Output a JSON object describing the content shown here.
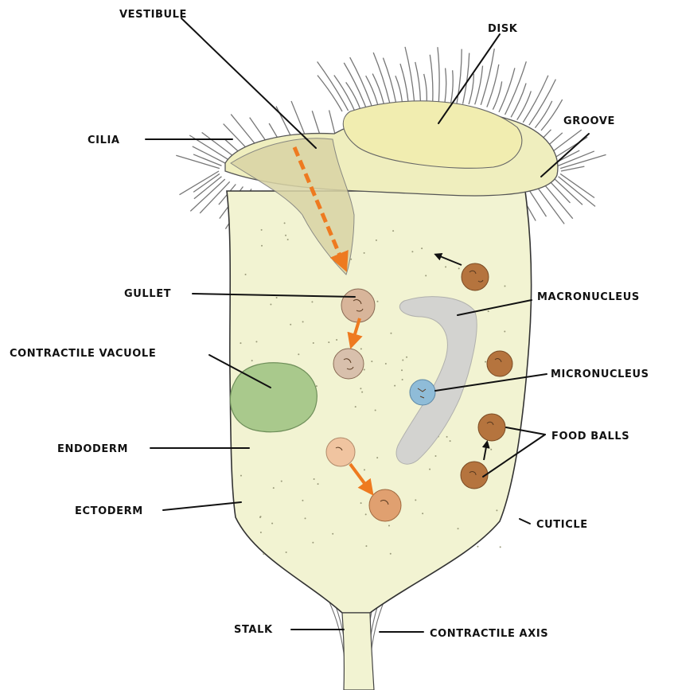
{
  "diagram": {
    "labels": {
      "vestibule": "VESTIBULE",
      "disk": "DISK",
      "groove": "GROOVE",
      "cilia": "CILIA",
      "gullet": "GULLET",
      "macronucleus": "MACRONUCLEUS",
      "contractile_vacuole": "CONTRACTILE VACUOLE",
      "micronucleus": "MICRONUCLEUS",
      "food_balls": "FOOD BALLS",
      "endoderm": "ENDODERM",
      "ectoderm": "ECTODERM",
      "cuticle": "CUTICLE",
      "stalk": "STALK",
      "contractile_axis": "CONTRACTILE AXIS"
    },
    "colors": {
      "body_fill": "#f2f3d2",
      "disk_fill": "#f0eeb8",
      "vestibule_fill": "#d8d3a8",
      "vacuole_fill": "#a9c98c",
      "macronucleus_fill": "#d3d3d0",
      "micronucleus_fill": "#8fbcd8",
      "food_ball_dark": "#b5743e",
      "food_ball_light": "#d8b59a",
      "food_ball_pale": "#f0c4a0",
      "arrow_orange": "#ee7a20",
      "outline": "#333333"
    }
  }
}
